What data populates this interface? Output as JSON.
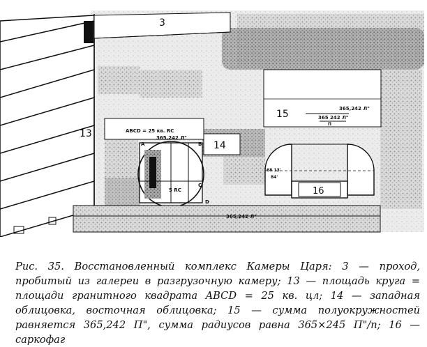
{
  "labels": {
    "passage": "3",
    "circle_area": "13",
    "west_cladding": "14",
    "semicircles": "15",
    "sarcophagus": "16"
  },
  "annotations": {
    "abcd": "ABCD = 25 кв. RC",
    "dim_top": "365,242 Л\"",
    "letter_a": "A",
    "letter_b": "B",
    "letter_c": "C",
    "letter_d": "D",
    "five_rc": "5 RC",
    "right_top": "365,242 Л\"",
    "right_formula": "365 242 Л\"",
    "right_pi": "П",
    "sarc_left": "68 13'",
    "sarc_left2": "84'",
    "bottom_dim": "365,242 Л\""
  },
  "caption": {
    "text": "Рис. 35. Восстановленный комплекс Камеры Царя: 3 — проход, пробитый из галереи в разгрузочную камеру; 13 — площадь круга = площади гранитного квадрата ABCD = 25 кв. цл; 14 — западная облицовка, восточная облицовка; 15 — сумма полуокружностей равняется 365,242 П\", сумма радиусов равна 365×245 П\"/п; 16 — саркофаг"
  }
}
